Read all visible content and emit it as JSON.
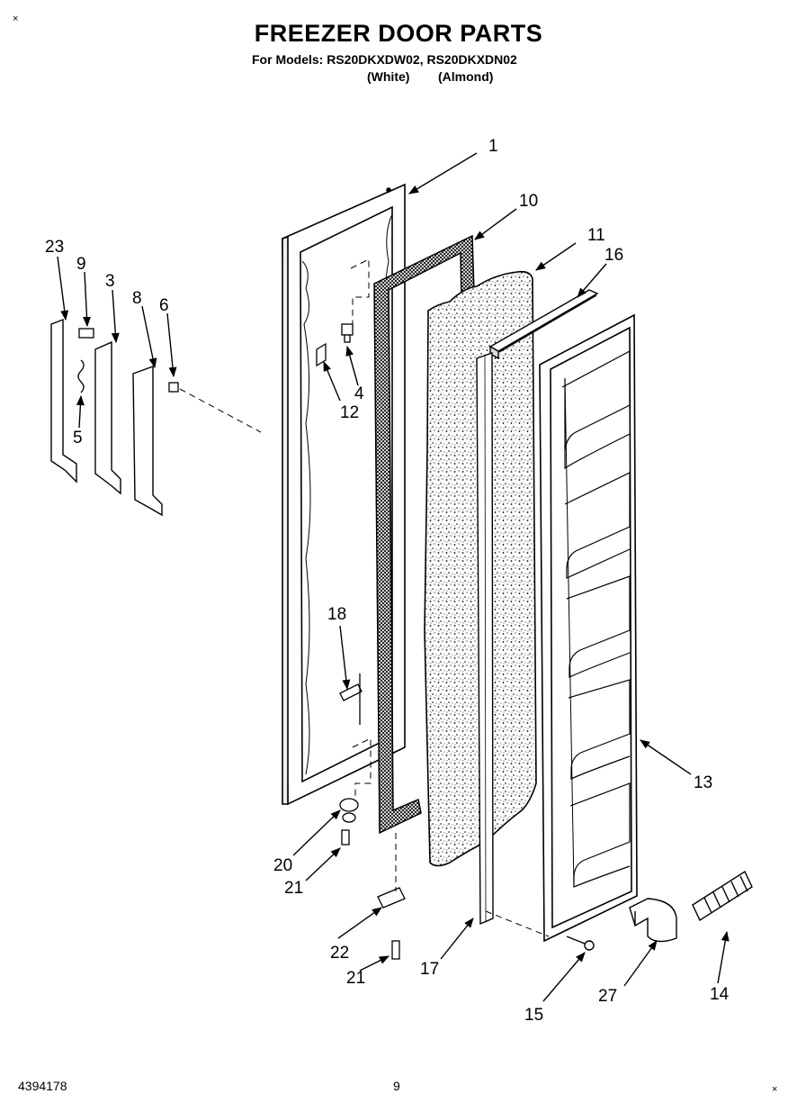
{
  "header": {
    "title": "FREEZER DOOR PARTS",
    "models_line": "For Models: RS20DKXDW02, RS20DKXDN02",
    "variant_white": "(White)",
    "variant_almond": "(Almond)"
  },
  "footer": {
    "doc_number": "4394178",
    "page_number": "9"
  },
  "corner_marks": {
    "top_left": "×",
    "bottom_right": "×"
  },
  "callouts": {
    "c1": "1",
    "c3": "3",
    "c4": "4",
    "c5": "5",
    "c6": "6",
    "c8": "8",
    "c9": "9",
    "c10": "10",
    "c11": "11",
    "c12": "12",
    "c13": "13",
    "c14": "14",
    "c15": "15",
    "c16": "16",
    "c17": "17",
    "c18": "18",
    "c20": "20",
    "c21a": "21",
    "c21b": "21",
    "c22": "22",
    "c23": "23",
    "c27": "27"
  }
}
